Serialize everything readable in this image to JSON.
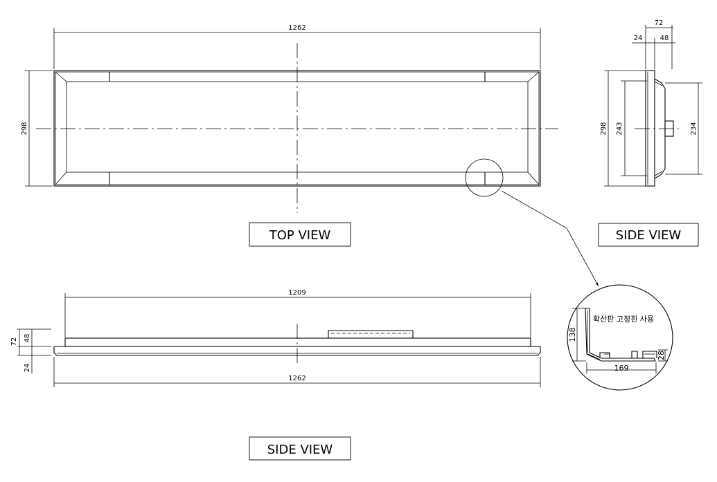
{
  "labels": {
    "top_view": "TOP VIEW",
    "side_view_right": "SIDE VIEW",
    "side_view_bottom": "SIDE VIEW"
  },
  "top_view": {
    "width_dim": "1262",
    "height_dim": "298"
  },
  "side_view_right": {
    "total_depth": "72",
    "frame_depth": "24",
    "body_depth": "48",
    "height_outer": "298",
    "height_inner": "243",
    "height_body": "234"
  },
  "side_view_bottom": {
    "inner_length": "1209",
    "outer_length": "1262",
    "total_height": "72",
    "body_height": "48",
    "frame_height": "24"
  },
  "detail": {
    "note": "확산판 고정핀 사용",
    "height_dim": "138",
    "width_dim": "169",
    "lip_dim": "28"
  }
}
